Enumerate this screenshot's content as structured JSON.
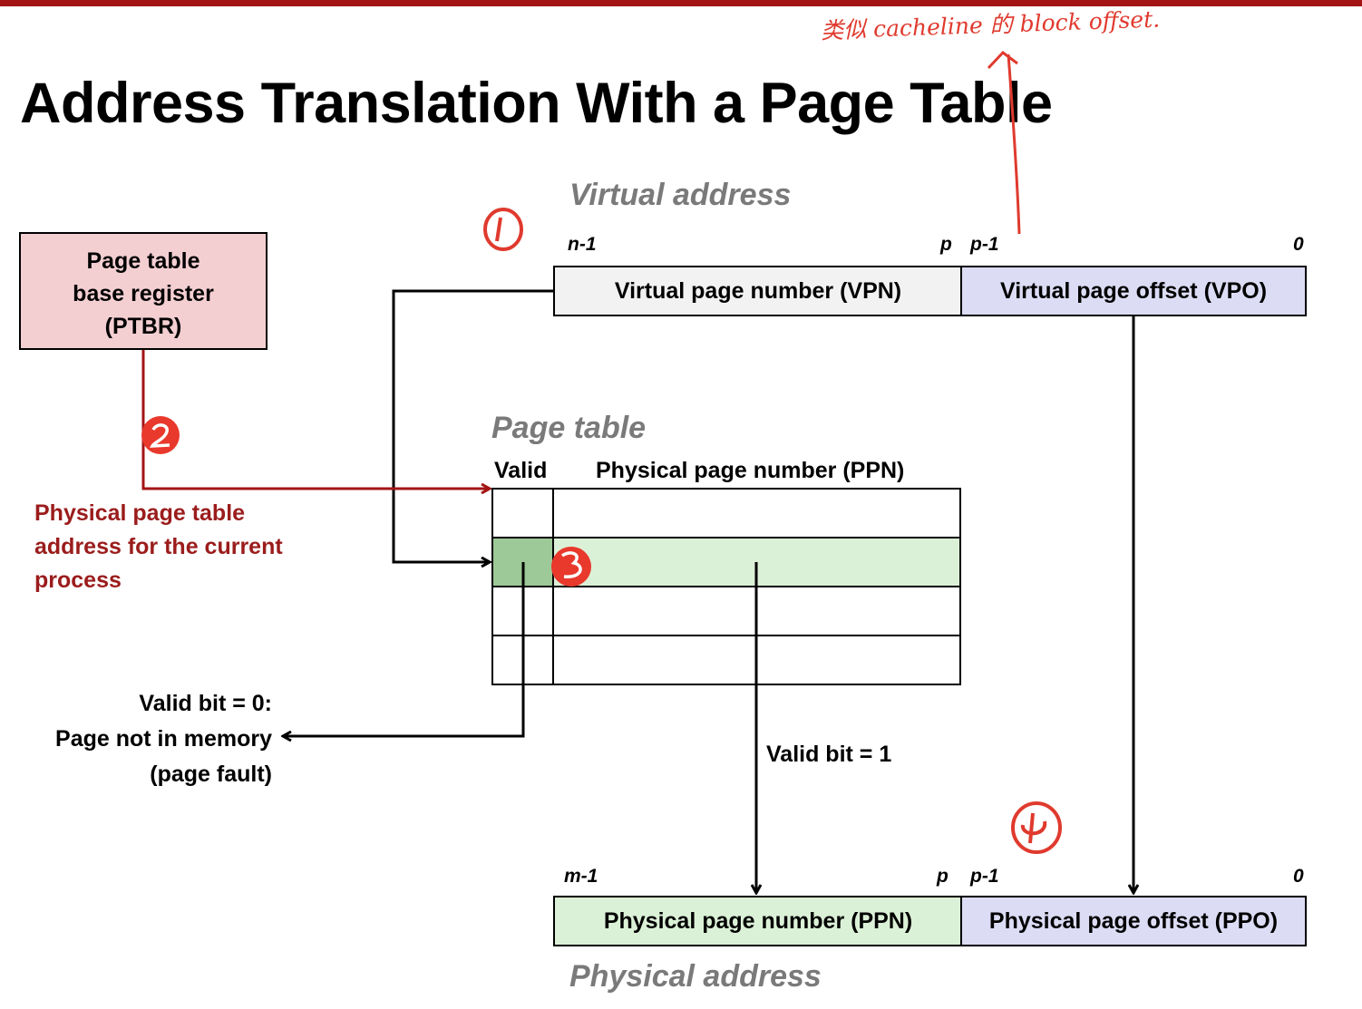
{
  "slide": {
    "title": "Address Translation With a Page Table"
  },
  "virtual_address": {
    "caption": "Virtual address",
    "bit_high": "n-1",
    "bit_p": "p",
    "bit_p_minus_1": "p-1",
    "bit_zero": "0",
    "vpn_label": "Virtual page number (VPN)",
    "vpo_label": "Virtual page offset (VPO)"
  },
  "ptbr": {
    "line1": "Page table",
    "line2": "base register",
    "line3": "(PTBR)"
  },
  "page_table": {
    "caption": "Page table",
    "col_valid": "Valid",
    "col_ppn": "Physical page number (PPN)",
    "ptbr_note_lines": [
      "Physical page table",
      "address for the current",
      "process"
    ]
  },
  "valid_zero": {
    "lines": [
      "Valid bit = 0:",
      "Page not in memory",
      "(page fault)"
    ]
  },
  "valid_one": {
    "label": "Valid bit = 1"
  },
  "physical_address": {
    "caption": "Physical address",
    "bit_high": "m-1",
    "bit_p": "p",
    "bit_p_minus_1": "p-1",
    "bit_zero": "0",
    "ppn_label": "Physical page number (PPN)",
    "ppo_label": "Physical page offset (PPO)"
  },
  "annotations": {
    "handwritten_note": "类似 cacheline 的 block offset.",
    "step_1": "1",
    "step_2": "2",
    "step_3": "3",
    "step_4": "4"
  },
  "colors": {
    "accent_red": "#a31515",
    "ptbr_fill": "#f4cfd2",
    "vpn_fill": "#f2f2f2",
    "offset_fill": "#dcdcf5",
    "ppn_fill": "#dbf1d7",
    "valid_fill": "#9dc998",
    "annotation_red": "#e03a2e"
  }
}
